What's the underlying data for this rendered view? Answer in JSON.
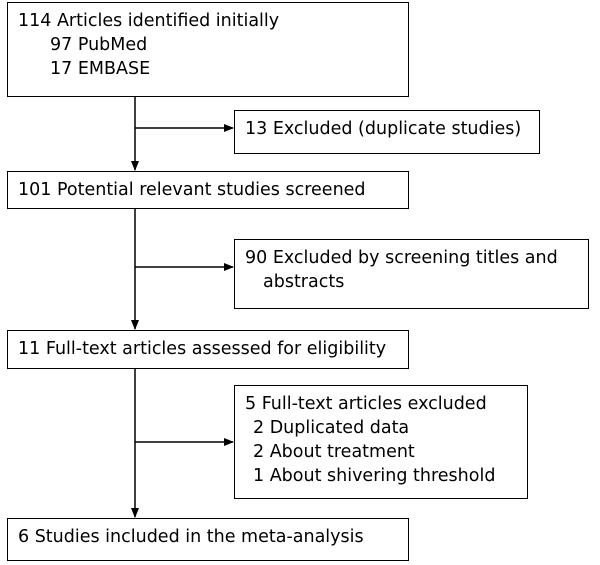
{
  "flow": {
    "identified": {
      "title": "114 Articles identified initially",
      "sources": [
        "97 PubMed",
        "17 EMBASE"
      ]
    },
    "excluded_duplicates": {
      "title": "13 Excluded (duplicate studies)"
    },
    "screened": {
      "title": "101 Potential relevant studies screened"
    },
    "excluded_screening": {
      "title": "90 Excluded by screening titles and",
      "title_cont": "abstracts"
    },
    "eligibility": {
      "title": "11 Full-text articles assessed for eligibility"
    },
    "excluded_fulltext": {
      "title": "5 Full-text articles excluded",
      "reasons": [
        "2 Duplicated data",
        "2 About treatment",
        "1 About shivering threshold"
      ]
    },
    "included": {
      "title": "6 Studies included in the meta-analysis"
    }
  }
}
